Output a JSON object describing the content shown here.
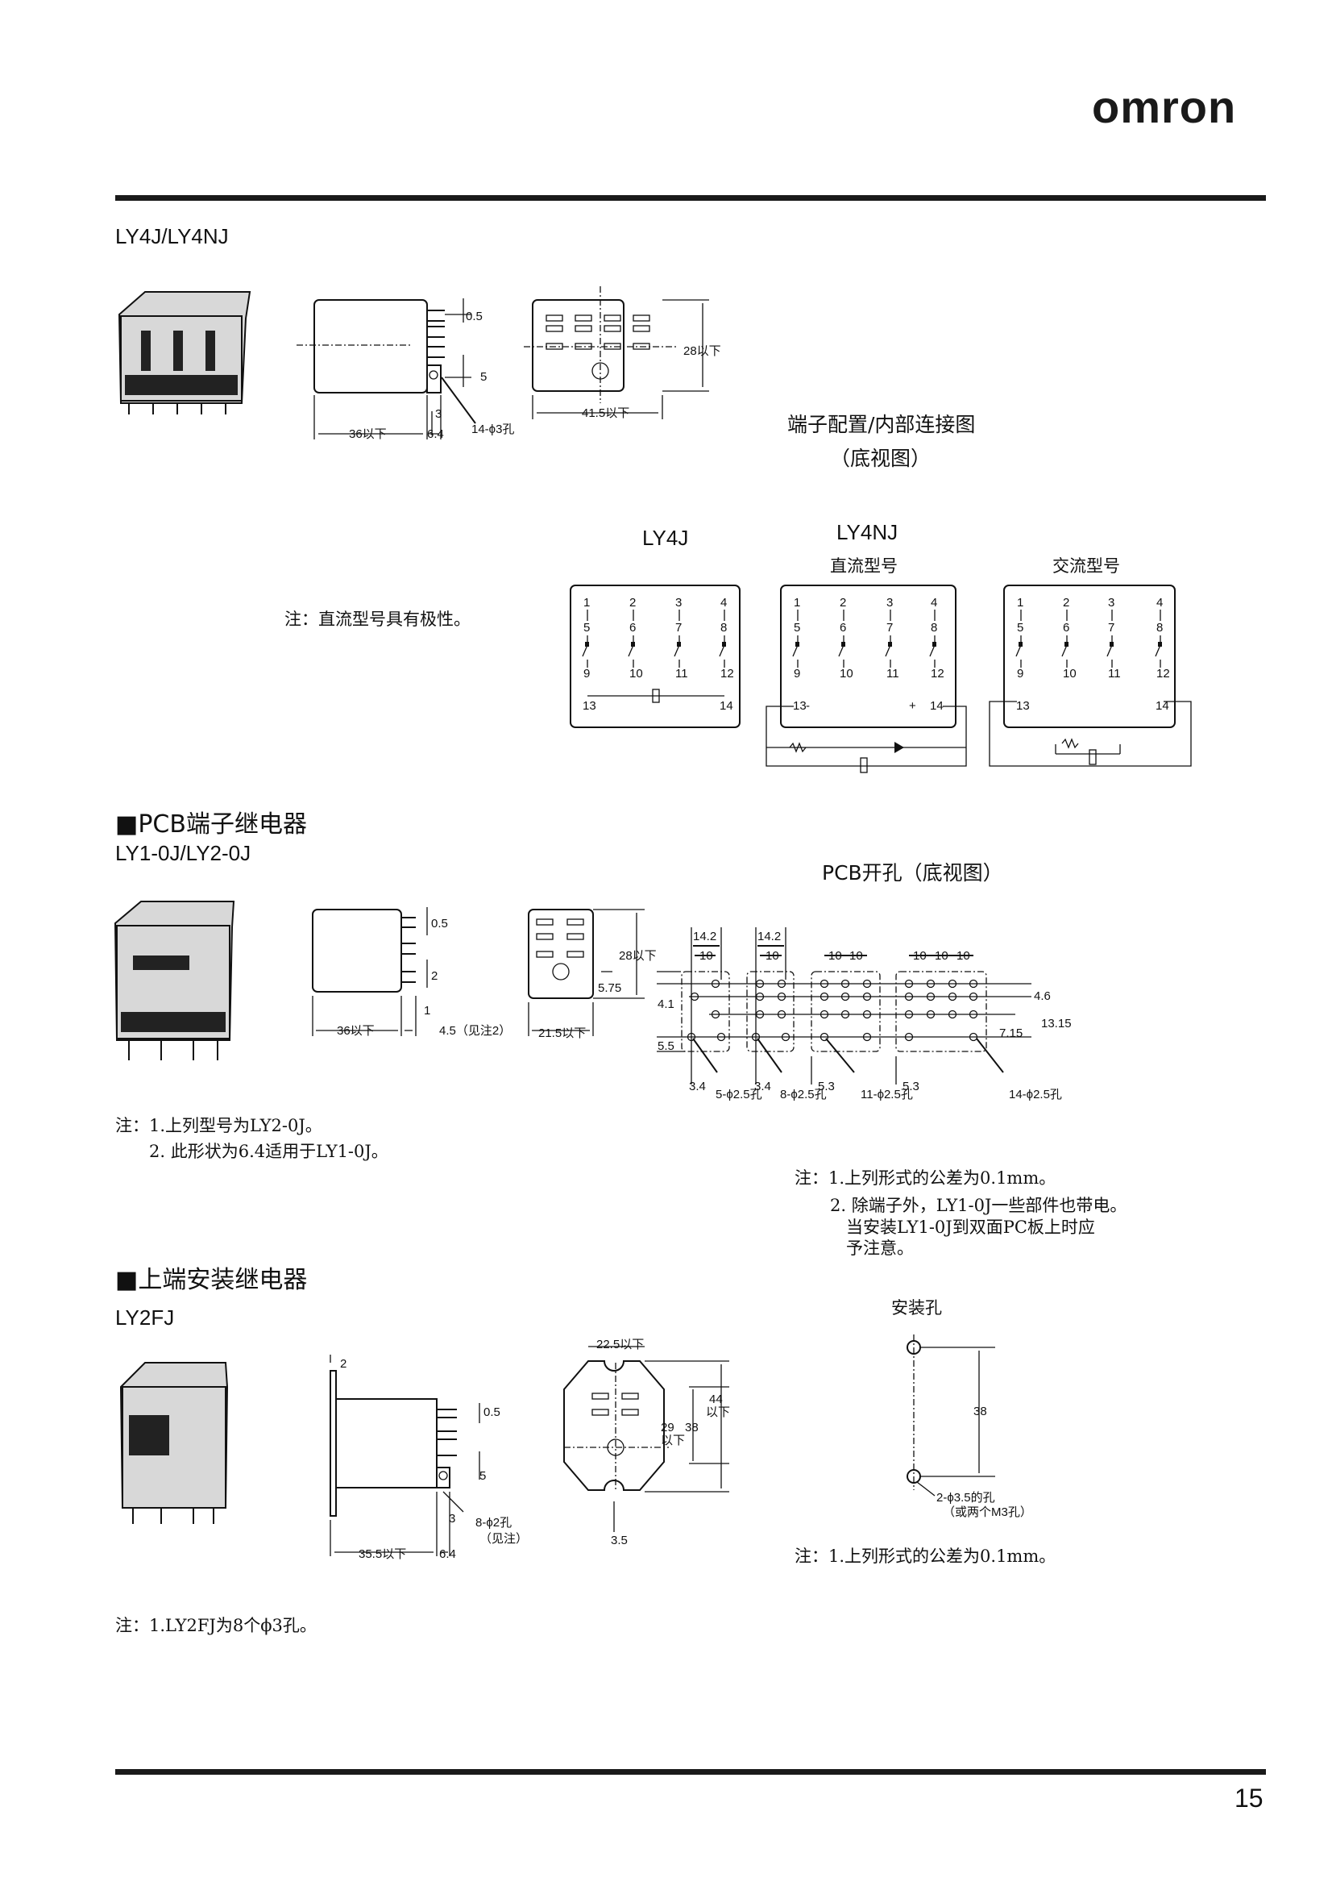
{
  "header": {
    "brand": "omron"
  },
  "section_ly4j": {
    "model": "LY4J/LY4NJ",
    "dims": {
      "pin_pitch": "0.5",
      "pin_gap": "5",
      "pin_offset": "3",
      "body_len": "36以下",
      "pin_len": "6.4",
      "holes": "14-ϕ3孔",
      "width": "41.5以下",
      "height": "28以下"
    },
    "terminal_title": "端子配置/内部连接图",
    "terminal_subtitle": "（底视图）",
    "labels": {
      "ly4j": "LY4J",
      "ly4nj": "LY4NJ",
      "dc": "直流型号",
      "ac": "交流型号"
    },
    "note": "注：直流型号具有极性。",
    "terminals": {
      "top": [
        "1",
        "2",
        "3",
        "4"
      ],
      "middle": [
        "5",
        "6",
        "7",
        "8"
      ],
      "bottom": [
        "9",
        "10",
        "11",
        "12"
      ],
      "coil": [
        "13",
        "14"
      ],
      "polarity": [
        "-",
        "+"
      ]
    }
  },
  "section_pcb": {
    "heading": "■PCB端子继电器",
    "model": "LY1-0J/LY2-0J",
    "dims": {
      "pin_pitch": "0.5",
      "pin_gap": "2",
      "pin_offset": "1",
      "body_len": "36以下",
      "pin_len": "4.5（见注2）",
      "height": "28以下",
      "centre": "5.75",
      "width": "21.5以下"
    },
    "hole_title": "PCB开孔（底视图）",
    "hole_dims": {
      "w1": "14.2",
      "w2": "14.2",
      "p": "10",
      "v1": "4.1",
      "v2": "5.5",
      "o1": "3.4",
      "o2": "3.4",
      "o3": "5.3",
      "o4": "5.3",
      "h1": "5-ϕ2.5孔",
      "h2": "8-ϕ2.5孔",
      "h3": "11-ϕ2.5孔",
      "h4": "14-ϕ2.5孔",
      "r1": "4.6",
      "r2": "13.15",
      "r3": "7.15"
    },
    "notes_left": [
      "注：1.上列型号为LY2-0J。",
      "2. 此形状为6.4适用于LY1-0J。"
    ],
    "notes_right": [
      "注：1.上列形式的公差为0.1mm。",
      "2. 除端子外，LY1-0J一些部件也带电。",
      "当安装LY1-0J到双面PC板上时应",
      "予注意。"
    ]
  },
  "section_top": {
    "heading": "■上端安装继电器",
    "model": "LY2FJ",
    "dims": {
      "flange": "2",
      "pin_pitch": "0.5",
      "pin_gap": "5",
      "pin_offset": "3",
      "body_len": "35.5以下",
      "pin_len": "6.4",
      "holes": "8-ϕ2孔",
      "holes_note": "（见注）",
      "width": "22.5以下",
      "h_total": "44",
      "h_total2": "以下",
      "h_body": "29",
      "h_mount": "38",
      "h_body2": "以下",
      "slot": "3.5"
    },
    "mount_title": "安装孔",
    "mount_dims": {
      "pitch": "38",
      "holes": "2-ϕ3.5的孔",
      "holes_alt": "（或两个M3孔）"
    },
    "note_right": "注：1.上列形式的公差为0.1mm。",
    "note_left": "注：1.LY2FJ为8个ϕ3孔。"
  },
  "footer": {
    "page": "15"
  }
}
